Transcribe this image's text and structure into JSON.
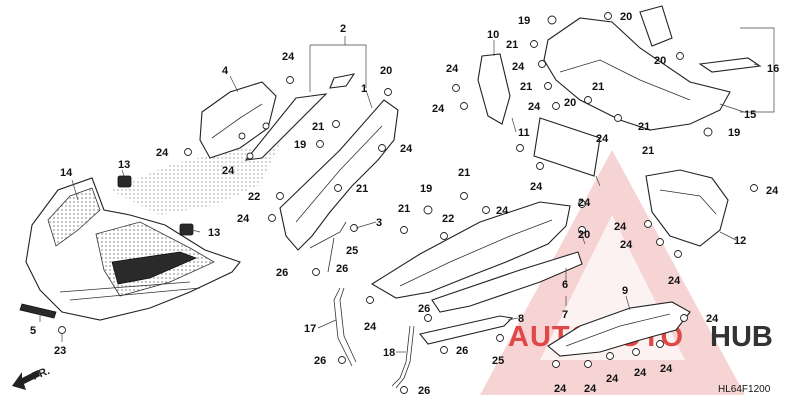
{
  "diagram": {
    "code": "HL64F1200",
    "direction_label": "FR.",
    "callouts": [
      "1",
      "2",
      "3",
      "4",
      "5",
      "6",
      "7",
      "8",
      "9",
      "10",
      "11",
      "12",
      "13",
      "14",
      "15",
      "16",
      "17",
      "18",
      "19",
      "20",
      "21",
      "22",
      "23",
      "24",
      "25",
      "26"
    ]
  },
  "watermark": {
    "brand_prefix": "AUTOMOTO",
    "brand_suffix": "HUB",
    "colors": {
      "red": "#e04848",
      "dark": "#333333"
    }
  },
  "colors": {
    "line": "#222222",
    "text": "#111111",
    "watermark_red": "#e04848"
  }
}
